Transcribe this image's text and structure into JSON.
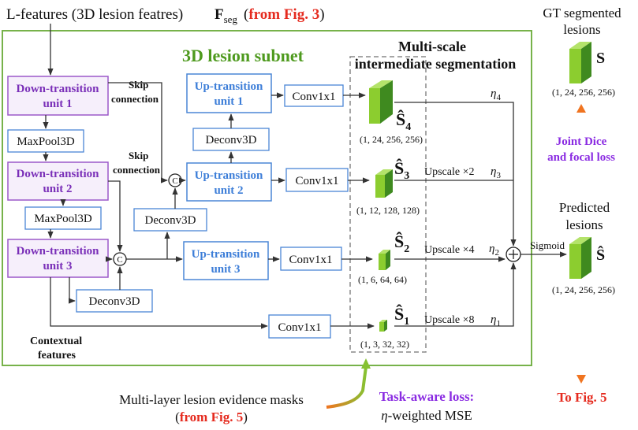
{
  "header": {
    "lfeatures": "L-features (3D lesion featres)",
    "fseg": "F",
    "fseg_sub": "seg",
    "fseg_paren_open": "(",
    "fseg_ref": "from Fig. 3",
    "fseg_paren_close": ")"
  },
  "subnet_title": "3D lesion subnet",
  "multiscale_title": [
    "Multi-scale",
    "intermediate segmentation"
  ],
  "down_units": [
    [
      "Down-transition",
      "unit 1"
    ],
    [
      "Down-transition",
      "unit 2"
    ],
    [
      "Down-transition",
      "unit 3"
    ]
  ],
  "up_units": [
    [
      "Up-transition",
      "unit 1"
    ],
    [
      "Up-transition",
      "unit 2"
    ],
    [
      "Up-transition",
      "unit 3"
    ]
  ],
  "maxpool_label": "MaxPool3D",
  "deconv_label": "Deconv3D",
  "conv_label": "Conv1x1",
  "concat_symbol": "C",
  "sum_symbol": "+",
  "skip_label": [
    "Skip",
    "connection"
  ],
  "contextual_label": [
    "Contextual",
    "features"
  ],
  "outputs": [
    {
      "name": "Ŝ",
      "sub": "4",
      "dims": "(1, 24, 256, 256)",
      "upscale": "",
      "eta": "η",
      "eta_sub": "4"
    },
    {
      "name": "Ŝ",
      "sub": "3",
      "dims": "(1, 12, 128, 128)",
      "upscale": "Upscale ×2",
      "eta": "η",
      "eta_sub": "3"
    },
    {
      "name": "Ŝ",
      "sub": "2",
      "dims": "(1, 6, 64, 64)",
      "upscale": "Upscale ×4",
      "eta": "η",
      "eta_sub": "2"
    },
    {
      "name": "Ŝ",
      "sub": "1",
      "dims": "(1, 3, 32, 32)",
      "upscale": "Upscale ×8",
      "eta": "η",
      "eta_sub": "1"
    }
  ],
  "sigmoid_label": "Sigmoid",
  "gt": {
    "title": [
      "GT segmented",
      "lesions"
    ],
    "symbol": "S",
    "dims": "(1, 24, 256, 256)"
  },
  "joint_loss": [
    "Joint Dice",
    "and focal loss"
  ],
  "predicted": {
    "title": [
      "Predicted",
      "lesions"
    ],
    "symbol": "Ŝ",
    "dims": "(1, 24, 256, 256)"
  },
  "to_fig5": "To Fig. 5",
  "evidence": {
    "line1": "Multi-layer lesion evidence masks",
    "paren_open": "(",
    "ref": "from Fig. 5",
    "paren_close": ")"
  },
  "task_loss": {
    "title": "Task-aware loss:",
    "eta": "η",
    "rest": "-weighted MSE"
  },
  "colors": {
    "green_border": "#77b24a",
    "down_border": "#9b59c9",
    "down_fill": "#f6effb",
    "down_text": "#7a2fb8",
    "up_border": "#4a86d6",
    "up_text": "#3d7ed8",
    "subnet_title": "#4e9a1e",
    "red_ref": "#e52b1f",
    "loss_purple": "#8a2be2",
    "arrow_orange": "#f07420",
    "cube_front": "#8ccd2f",
    "cube_side": "#3f8a1f",
    "cube_top": "#b4e36a"
  }
}
